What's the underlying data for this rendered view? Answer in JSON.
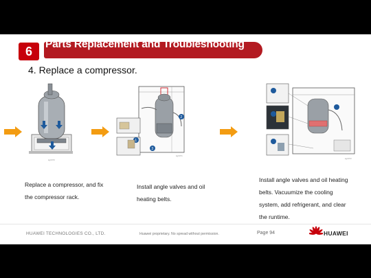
{
  "header": {
    "section_number": "6",
    "title": "Parts Replacement and Troubleshooting"
  },
  "subtitle": "4. Replace a compressor.",
  "steps": [
    {
      "caption_line1": "Replace a compressor, and fix",
      "caption_line2": "the compressor rack."
    },
    {
      "caption_line1": "Install angle valves and oil",
      "caption_line2": "heating belts."
    },
    {
      "caption_line1": "Install angle valves and oil heating",
      "caption_line2": "belts. Vacuumize the cooling",
      "caption_line3": "system, add refrigerant, and clear",
      "caption_line4": "the runtime."
    }
  ],
  "footer": {
    "company": "HUAWEI TECHNOLOGIES CO., LTD.",
    "notice": "Huawei proprietary. No spread without permission.",
    "page_label": "Page 94",
    "logo_text": "HUAWEI"
  },
  "colors": {
    "brand_red": "#c7000b",
    "arrow_orange": "#f39c12",
    "callout_blue": "#1e5a9c"
  }
}
